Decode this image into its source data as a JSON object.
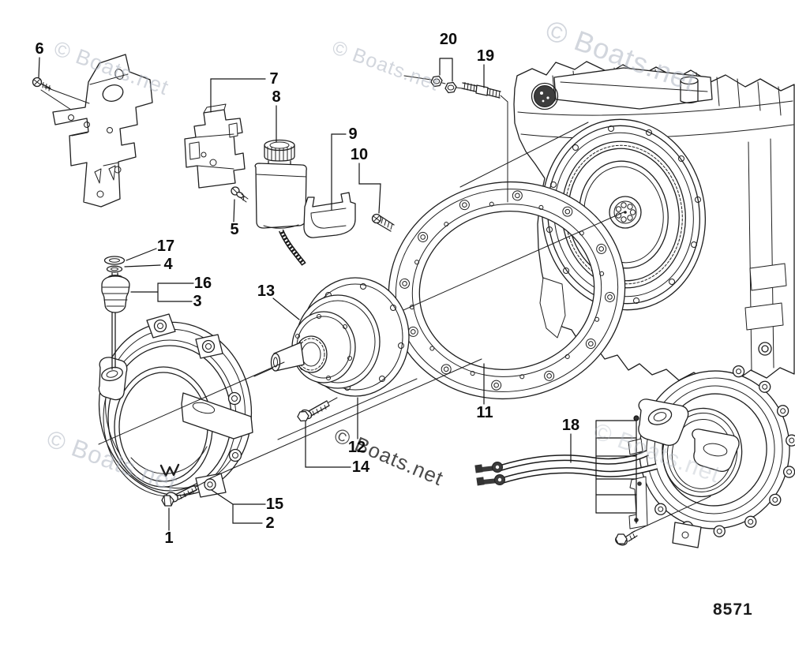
{
  "diagram": {
    "watermark": "© Boats.net",
    "drawing_number": "8571",
    "callouts": {
      "c1": "1",
      "c2": "2",
      "c3": "3",
      "c4": "4",
      "c5": "5",
      "c6": "6",
      "c7": "7",
      "c8": "8",
      "c9": "9",
      "c10": "10",
      "c11": "11",
      "c12": "12",
      "c13": "13",
      "c14": "14",
      "c15": "15",
      "c16": "16",
      "c17": "17",
      "c18": "18",
      "c19": "19",
      "c20": "20"
    }
  }
}
